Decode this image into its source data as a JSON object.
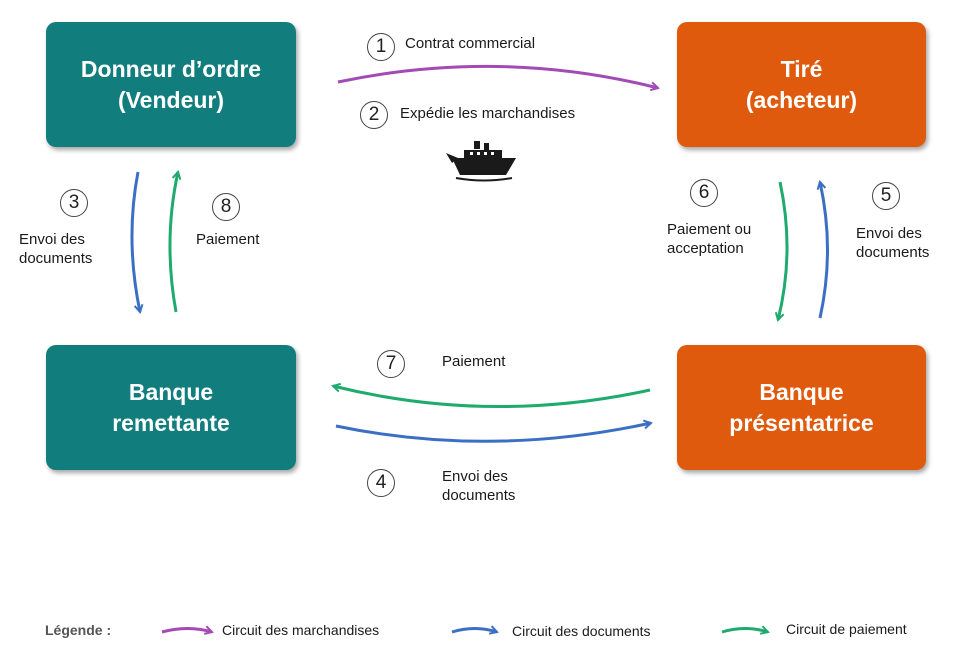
{
  "nodes": {
    "seller": {
      "line1": "Donneur d’ordre",
      "line2": "(Vendeur)"
    },
    "buyer": {
      "line1": "Tiré",
      "line2": "(acheteur)"
    },
    "remitting_bank": {
      "line1": "Banque",
      "line2": "remettante"
    },
    "presenting_bank": {
      "line1": "Banque",
      "line2": "présentatrice"
    }
  },
  "steps": [
    {
      "num": "1",
      "label": "Contrat commercial"
    },
    {
      "num": "2",
      "label": "Expédie les marchandises"
    },
    {
      "num": "3",
      "line1": "Envoi des",
      "line2": "documents"
    },
    {
      "num": "4",
      "line1": "Envoi des",
      "line2": "documents"
    },
    {
      "num": "5",
      "line1": "Envoi des",
      "line2": "documents"
    },
    {
      "num": "6",
      "line1": "Paiement ou",
      "line2": "acceptation"
    },
    {
      "num": "7",
      "label": "Paiement"
    },
    {
      "num": "8",
      "label": "Paiement"
    }
  ],
  "legend": {
    "title": "Légende :",
    "goods": "Circuit des marchandises",
    "documents": "Circuit des documents",
    "payment": "Circuit de paiement"
  },
  "colors": {
    "teal": "#127d7d",
    "orange": "#df5a0c",
    "goods_arrow": "#a24ab5",
    "documents_arrow": "#3a6fc4",
    "payment_arrow": "#1faa6e"
  }
}
